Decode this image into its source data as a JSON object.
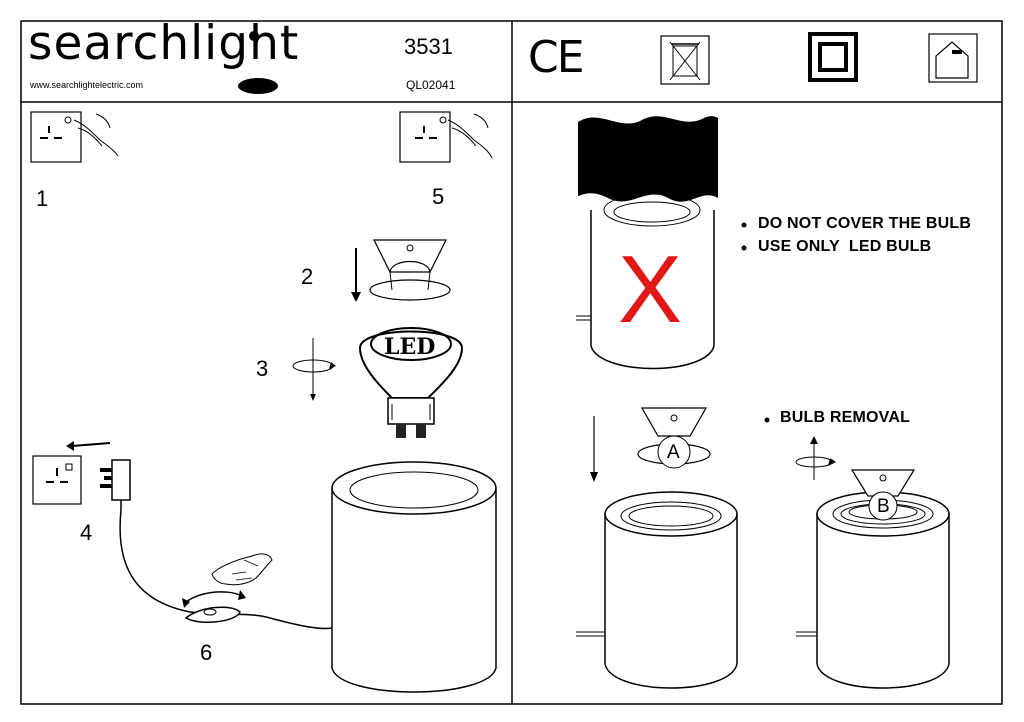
{
  "header": {
    "brand": "searchlight",
    "website": "www.searchlightelectric.com",
    "model_number": "3531",
    "product_code": "QL02041",
    "ce_mark": "CE"
  },
  "steps": {
    "s1": "1",
    "s2": "2",
    "s3": "3",
    "s4": "4",
    "s5": "5",
    "s6": "6"
  },
  "bulb_label": "LED",
  "warnings": {
    "items": [
      "DO NOT COVER THE BULB",
      "USE ONLY  LED BULB"
    ],
    "mark": "X"
  },
  "removal": {
    "title": "BULB REMOVAL",
    "label_a": "A",
    "label_b": "B"
  },
  "colors": {
    "warning_red": "#e01818",
    "line": "#000000"
  }
}
